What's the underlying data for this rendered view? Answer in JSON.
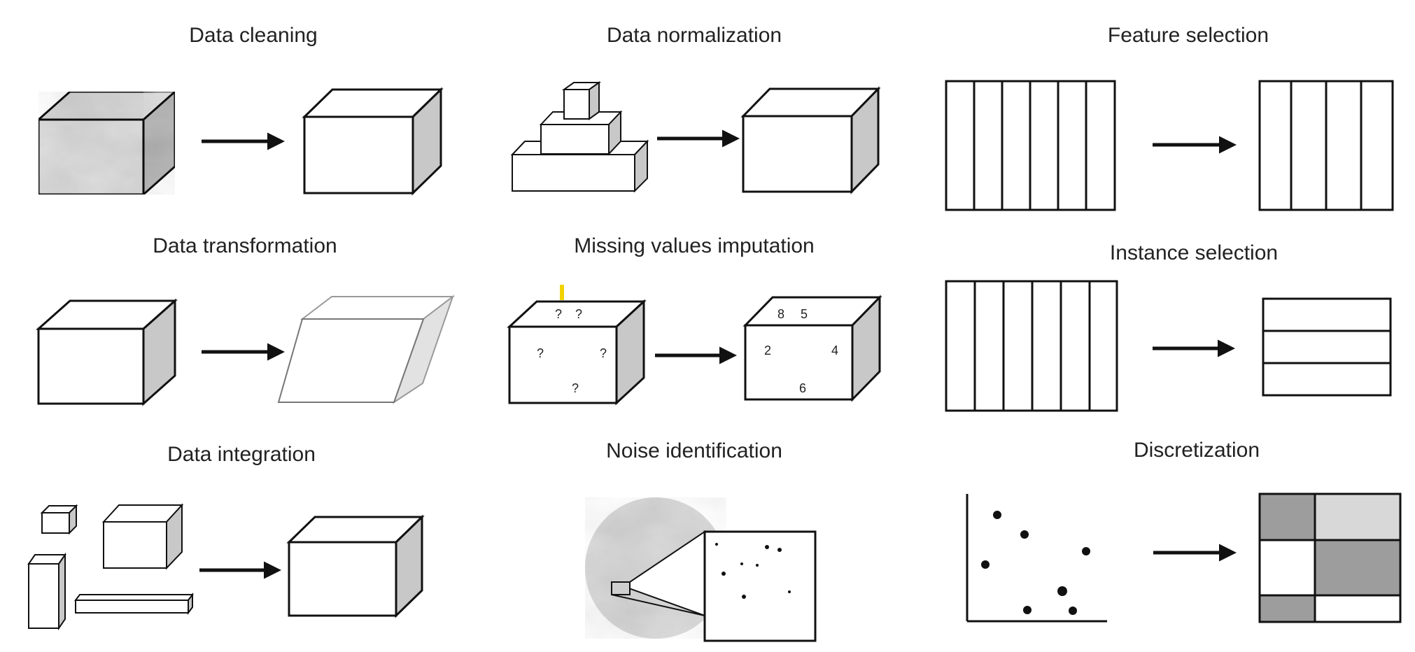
{
  "panels": {
    "data_cleaning": {
      "title": "Data cleaning"
    },
    "data_normalization": {
      "title": "Data normalization"
    },
    "feature_selection": {
      "title": "Feature selection"
    },
    "data_transformation": {
      "title": "Data transformation"
    },
    "missing_values_imputation": {
      "title": "Missing values imputation",
      "before_marks": [
        "?",
        "?",
        "?",
        "?",
        "?"
      ],
      "after_values": [
        "8",
        "5",
        "2",
        "4",
        "6"
      ]
    },
    "instance_selection": {
      "title": "Instance selection"
    },
    "data_integration": {
      "title": "Data integration"
    },
    "noise_identification": {
      "title": "Noise identification"
    },
    "discretization": {
      "title": "Discretization"
    }
  },
  "colors": {
    "line": "#111111",
    "side_face": "#c8c8c8",
    "light_side_face": "#e2e2e2",
    "dark_cell": "#9d9d9d",
    "light_cell": "#d8d8d8",
    "marble_base": "#d3d3d3",
    "marble_vein": "#f4f4f4",
    "highlight_mark": "#f2d200"
  }
}
